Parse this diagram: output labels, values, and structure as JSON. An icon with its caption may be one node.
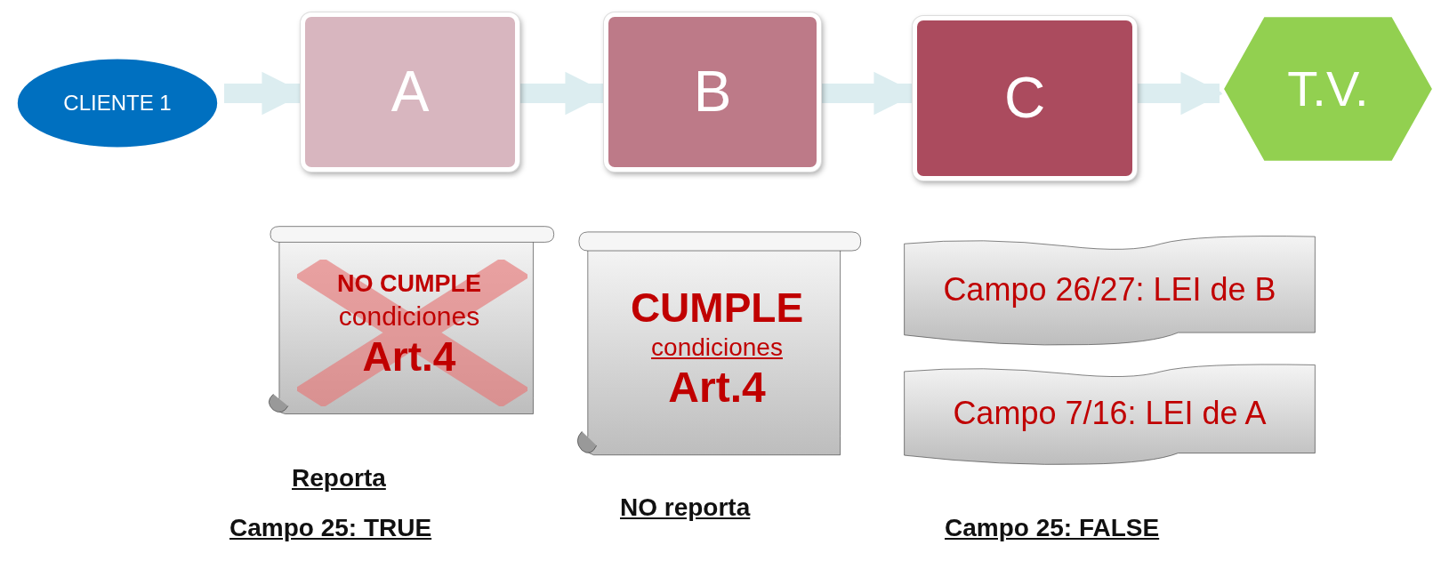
{
  "diagram": {
    "nodes": [
      {
        "text": [
          "CLIENTE 1"
        ]
      },
      {
        "text": [
          "A"
        ]
      },
      {
        "text": [
          "B"
        ]
      },
      {
        "text": [
          "C"
        ]
      },
      {
        "text": [
          "T.V."
        ]
      },
      {
        "text": [
          "NO CUMPLE",
          "condiciones",
          "Art.4"
        ]
      },
      {
        "text": [
          "CUMPLE",
          "condiciones",
          "Art.4"
        ]
      },
      {
        "text": [
          "Campo 26/27: LEI de B"
        ]
      },
      {
        "text": [
          "Campo 7/16: LEI de A"
        ]
      }
    ],
    "edges": [
      {
        "from": 0,
        "to": 1,
        "arrow": "to"
      },
      {
        "from": 1,
        "to": 2,
        "arrow": "to"
      },
      {
        "from": 2,
        "to": 3,
        "arrow": "to"
      },
      {
        "from": 3,
        "to": 4,
        "arrow": "to"
      }
    ],
    "labels": [
      "Reporta",
      "Campo 25: TRUE",
      "NO reporta",
      "Campo 25: FALSE"
    ]
  }
}
